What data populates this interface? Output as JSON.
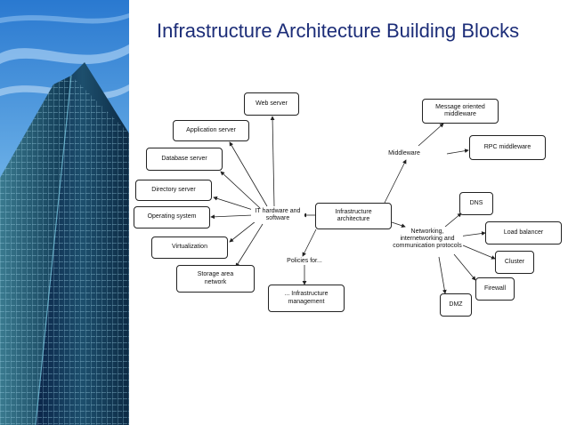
{
  "title": "Infrastructure Architecture Building Blocks",
  "diagram": {
    "center": "Infrastructure architecture",
    "hubs": {
      "it_hardware": "IT hardware and software",
      "middleware": "Middleware",
      "networking": "Networking, internetworking and communication protocols",
      "policies": "Policies for..."
    },
    "nodes": {
      "web_server": "Web server",
      "application_server": "Application server",
      "database_server": "Database server",
      "directory_server": "Directory server",
      "operating_system": "Operating system",
      "virtualization": "Virtualization",
      "storage_area_network": "Storage area network",
      "infrastructure_management": "... Infrastructure management",
      "message_oriented_middleware": "Message oriented middleware",
      "rpc_middleware": "RPC middleware",
      "dns": "DNS",
      "load_balancer": "Load balancer",
      "cluster": "Cluster",
      "firewall": "Firewall",
      "dmz": "DMZ"
    }
  },
  "colors": {
    "title": "#1c2d78",
    "panel_blue": "#1d5fb0",
    "panel_dark": "#0a2347"
  }
}
